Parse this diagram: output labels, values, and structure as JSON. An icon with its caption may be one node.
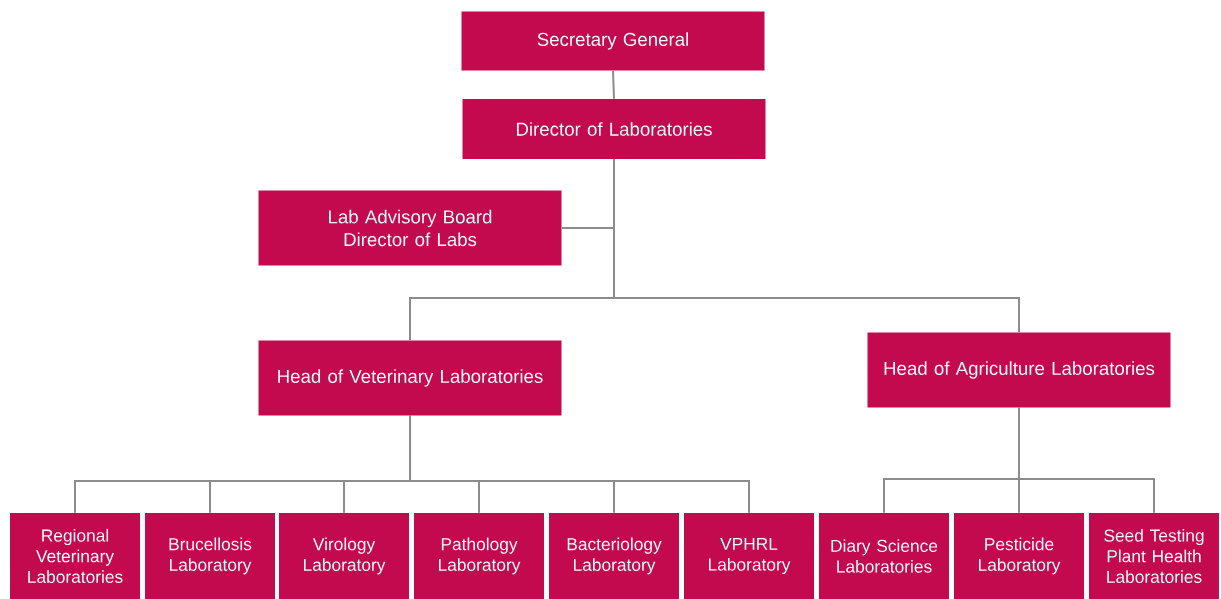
{
  "diagram": {
    "nodes": [
      {
        "text": [
          "Secretary General"
        ]
      },
      {
        "text": [
          "Director of Laboratories"
        ]
      },
      {
        "text": [
          "Lab Advisory Board",
          "Director of Labs"
        ]
      },
      {
        "text": [
          "Head of Veterinary Laboratories"
        ]
      },
      {
        "text": [
          "Head of Agriculture Laboratories"
        ]
      },
      {
        "text": [
          "Regional Veterinary Laboratories"
        ]
      },
      {
        "text": [
          "Brucellosis Laboratory"
        ]
      },
      {
        "text": [
          "Virology Laboratory"
        ]
      },
      {
        "text": [
          "Pathology Laboratory"
        ]
      },
      {
        "text": [
          "Bacteriology Laboratory"
        ]
      },
      {
        "text": [
          "VPHRL Laboratory"
        ]
      },
      {
        "text": [
          "Diary Science Laboratories"
        ]
      },
      {
        "text": [
          "Pesticide Laboratory"
        ]
      },
      {
        "text": [
          "Seed Testing Plant Health Laboratories"
        ]
      }
    ],
    "edges": [
      {
        "from": 0,
        "to": 1,
        "arrow": "none"
      },
      {
        "from": 1,
        "to": 2,
        "arrow": "none"
      },
      {
        "from": 1,
        "to": 3,
        "arrow": "none"
      },
      {
        "from": 1,
        "to": 4,
        "arrow": "none"
      },
      {
        "from": 3,
        "to": 5,
        "arrow": "none"
      },
      {
        "from": 3,
        "to": 6,
        "arrow": "none"
      },
      {
        "from": 3,
        "to": 7,
        "arrow": "none"
      },
      {
        "from": 3,
        "to": 8,
        "arrow": "none"
      },
      {
        "from": 3,
        "to": 9,
        "arrow": "none"
      },
      {
        "from": 3,
        "to": 10,
        "arrow": "none"
      },
      {
        "from": 4,
        "to": 11,
        "arrow": "none"
      },
      {
        "from": 4,
        "to": 12,
        "arrow": "none"
      },
      {
        "from": 4,
        "to": 13,
        "arrow": "none"
      }
    ]
  }
}
